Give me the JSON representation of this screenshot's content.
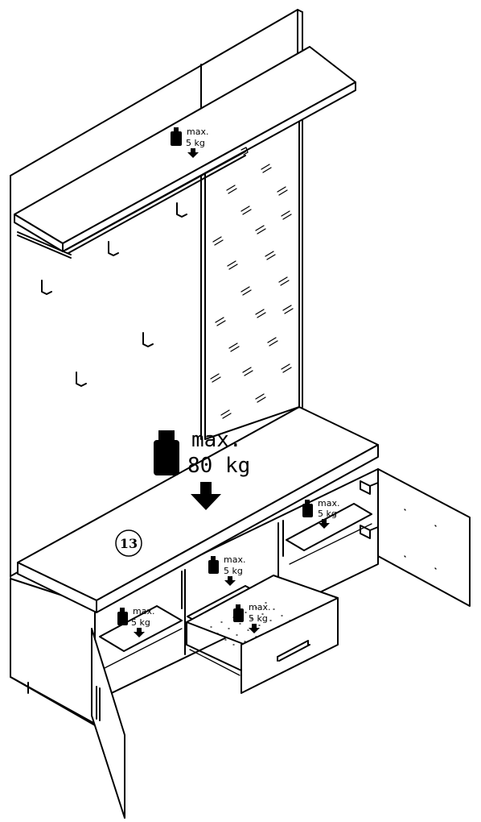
{
  "step_number": "13",
  "weights": {
    "main": {
      "line1": "max.",
      "line2": "80 kg"
    },
    "shelf": {
      "line1": "max.",
      "line2": "5 kg"
    },
    "right": {
      "line1": "max.",
      "line2": "5 kg"
    },
    "middle": {
      "line1": "max.",
      "line2": "5 kg"
    },
    "left": {
      "line1": "max.",
      "line2": "5 kg"
    },
    "drawer": {
      "line1": "max.",
      "line2": "5 kg"
    }
  }
}
